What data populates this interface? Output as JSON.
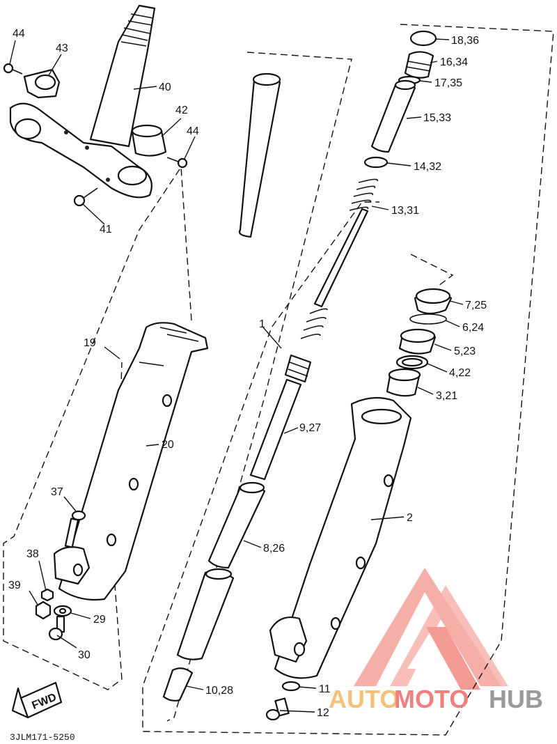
{
  "part_labels": {
    "p44a": "44",
    "p43": "43",
    "p40": "40",
    "p42": "42",
    "p44b": "44",
    "p41": "41",
    "p19": "19",
    "p20": "20",
    "p37": "37",
    "p38": "38",
    "p39": "39",
    "p29": "29",
    "p30": "30",
    "p1": "1",
    "p9_27": "9,27",
    "p8_26": "8,26",
    "p10_28": "10,28",
    "p11": "11",
    "p12": "12",
    "p2": "2",
    "p18_36": "18,36",
    "p16_34": "16,34",
    "p17_35": "17,35",
    "p15_33": "15,33",
    "p14_32": "14,32",
    "p13_31": "13,31",
    "p7_25": "7,25",
    "p6_24": "6,24",
    "p5_23": "5,23",
    "p4_22": "4,22",
    "p3_21": "3,21"
  },
  "fwd_label": "FWD",
  "diagram_code": "3JLM171-5250",
  "watermark": {
    "text_a": "AUTO",
    "text_b": "MOTO",
    "text_c": "HUB",
    "color_red": "#f08080",
    "color_orange": "#f5c07a",
    "color_grey": "#9a9a9a"
  }
}
